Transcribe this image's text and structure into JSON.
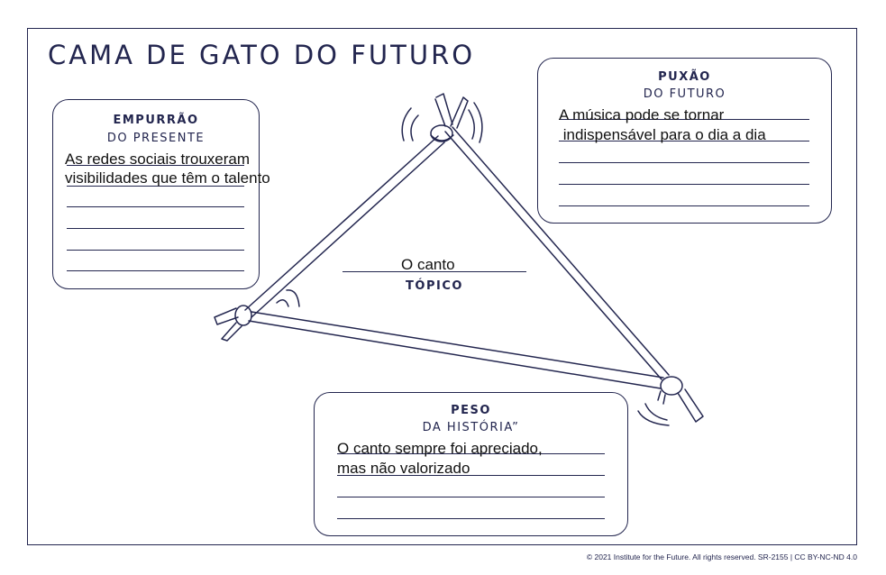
{
  "title": "CAMA DE GATO DO FUTURO",
  "push": {
    "head1": "EMPURRÃO",
    "head2": "DO PRESENTE",
    "line1": "As redes sociais trouxeram",
    "line2": "visibilidades que têm o talento"
  },
  "pull": {
    "head1": "PUXÃO",
    "head2": "DO FUTURO",
    "line1": "A música pode se tornar",
    "line2": " indispensável para o dia a dia"
  },
  "weight": {
    "head1": "PESO",
    "head2": "DA HISTÓRIA”",
    "line1": "O canto sempre foi apreciado,",
    "line2": "mas não valorizado"
  },
  "topic": {
    "value": "O canto",
    "label": "TÓPICO"
  },
  "footer": "© 2021 Institute for the Future. All rights reserved. SR-2155 | CC BY-NC-ND 4.0",
  "colors": {
    "ink": "#23264f"
  }
}
